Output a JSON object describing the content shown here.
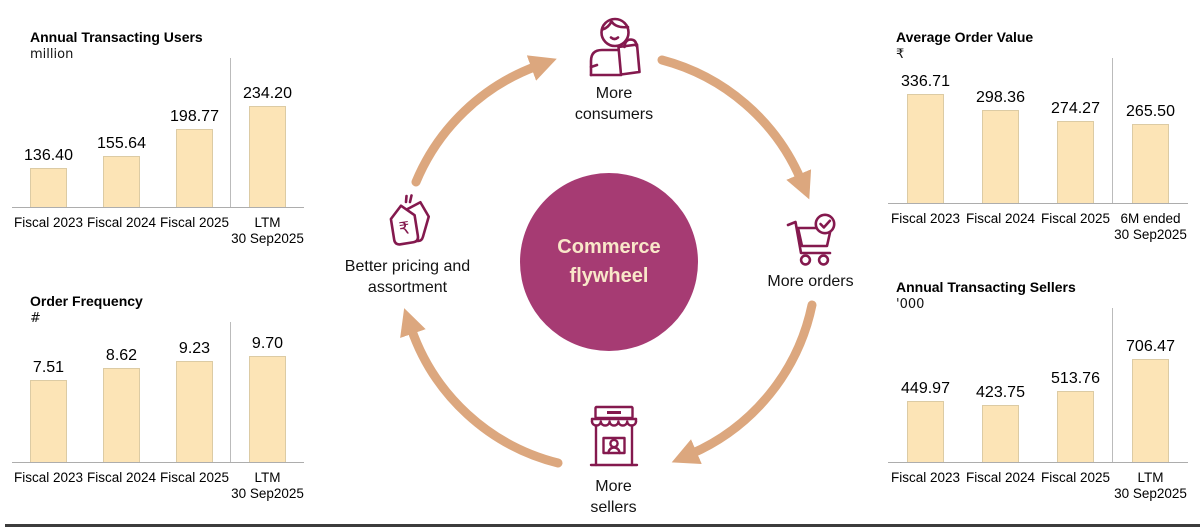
{
  "colors": {
    "bar_fill": "#FCE4B6",
    "bar_border": "#DCCBA4",
    "baseline": "#ADADAD",
    "separator": "#BBBBBB",
    "arrow": "#DCA77E",
    "icon": "#84194E",
    "bottom_rule": "#3C3C3C"
  },
  "center": {
    "label": "Commerce\nflywheel",
    "bg_color": "#A63B73",
    "text_color": "#F9E7C9"
  },
  "flywheel": {
    "nodes": [
      {
        "id": "consumers",
        "label": "More\nconsumers",
        "icon": "person-shopping-bag-icon"
      },
      {
        "id": "orders",
        "label": "More orders",
        "icon": "cart-check-icon"
      },
      {
        "id": "sellers",
        "label": "More\nsellers",
        "icon": "storefront-icon"
      },
      {
        "id": "pricing",
        "label": "Better pricing and\nassortment",
        "icon": "price-tags-icon"
      }
    ]
  },
  "chart_data": [
    {
      "type": "bar",
      "title": "Annual Transacting Users",
      "unit": "million",
      "categories": [
        "Fiscal 2023",
        "Fiscal 2024",
        "Fiscal 2025",
        "LTM\n30 Sep2025"
      ],
      "values": [
        136.4,
        155.64,
        198.77,
        234.2
      ],
      "ylim": [
        76,
        234.2
      ],
      "separator_before_last": true,
      "legend": "none",
      "grid": "off"
    },
    {
      "type": "bar",
      "title": "Order Frequency",
      "unit": "#",
      "categories": [
        "Fiscal 2023",
        "Fiscal 2024",
        "Fiscal 2025",
        "LTM\n30 Sep2025"
      ],
      "values": [
        7.51,
        8.62,
        9.23,
        9.7
      ],
      "ylim": [
        0,
        9.7
      ],
      "separator_before_last": true,
      "legend": "none",
      "grid": "off"
    },
    {
      "type": "bar",
      "title": "Average Order Value",
      "unit": "₹",
      "categories": [
        "Fiscal 2023",
        "Fiscal 2024",
        "Fiscal 2025",
        "6M ended\n30 Sep2025"
      ],
      "values": [
        336.71,
        298.36,
        274.27,
        265.5
      ],
      "ylim": [
        80,
        336.71
      ],
      "separator_before_last": true,
      "legend": "none",
      "grid": "off"
    },
    {
      "type": "bar",
      "title": "Annual Transacting Sellers",
      "unit": "'000",
      "categories": [
        "Fiscal 2023",
        "Fiscal 2024",
        "Fiscal 2025",
        "LTM\n30 Sep2025"
      ],
      "values": [
        449.97,
        423.75,
        513.76,
        706.47
      ],
      "ylim": [
        77,
        706.47
      ],
      "separator_before_last": true,
      "legend": "none",
      "grid": "off"
    }
  ]
}
